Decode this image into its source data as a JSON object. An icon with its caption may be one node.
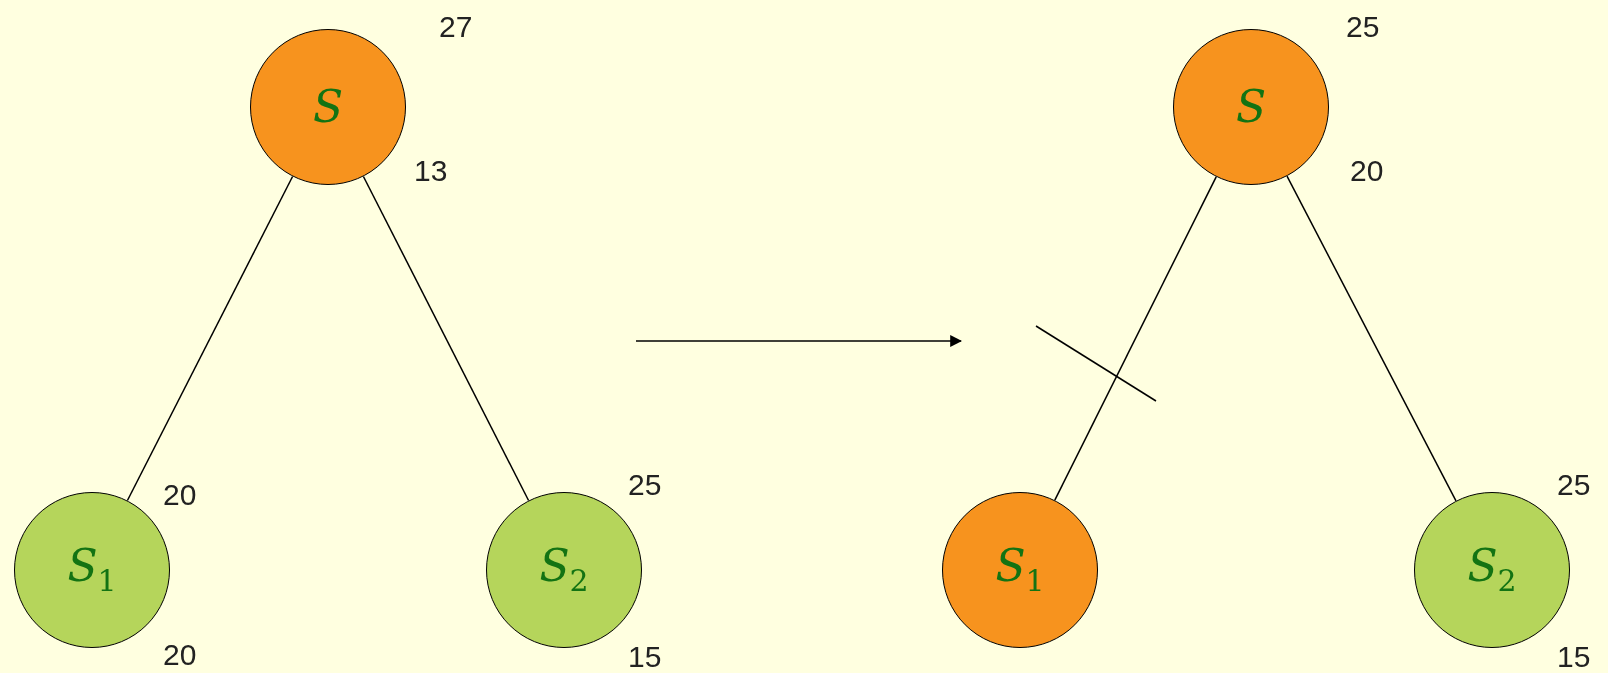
{
  "diagram": {
    "nodes": [
      {
        "text": [
          "S"
        ],
        "beside": [
          "27",
          "13"
        ]
      },
      {
        "text": [
          "S$_{1}$"
        ],
        "beside": [
          "20",
          "20"
        ]
      },
      {
        "text": [
          "S$_{2}$"
        ],
        "beside": [
          "25",
          "15"
        ]
      },
      {
        "text": [
          "S"
        ],
        "beside": [
          "25",
          "20"
        ]
      },
      {
        "text": [
          "S$_{1}$"
        ]
      },
      {
        "text": [
          "S$_{2}$"
        ],
        "beside": [
          "25",
          "15"
        ]
      }
    ],
    "edges": [
      {
        "from": 0,
        "to": 1,
        "arrow": "none"
      },
      {
        "from": 0,
        "to": 2,
        "arrow": "none"
      },
      {
        "from": 3,
        "to": 4,
        "arrow": "none"
      },
      {
        "from": 3,
        "to": 5,
        "arrow": "none"
      }
    ]
  }
}
